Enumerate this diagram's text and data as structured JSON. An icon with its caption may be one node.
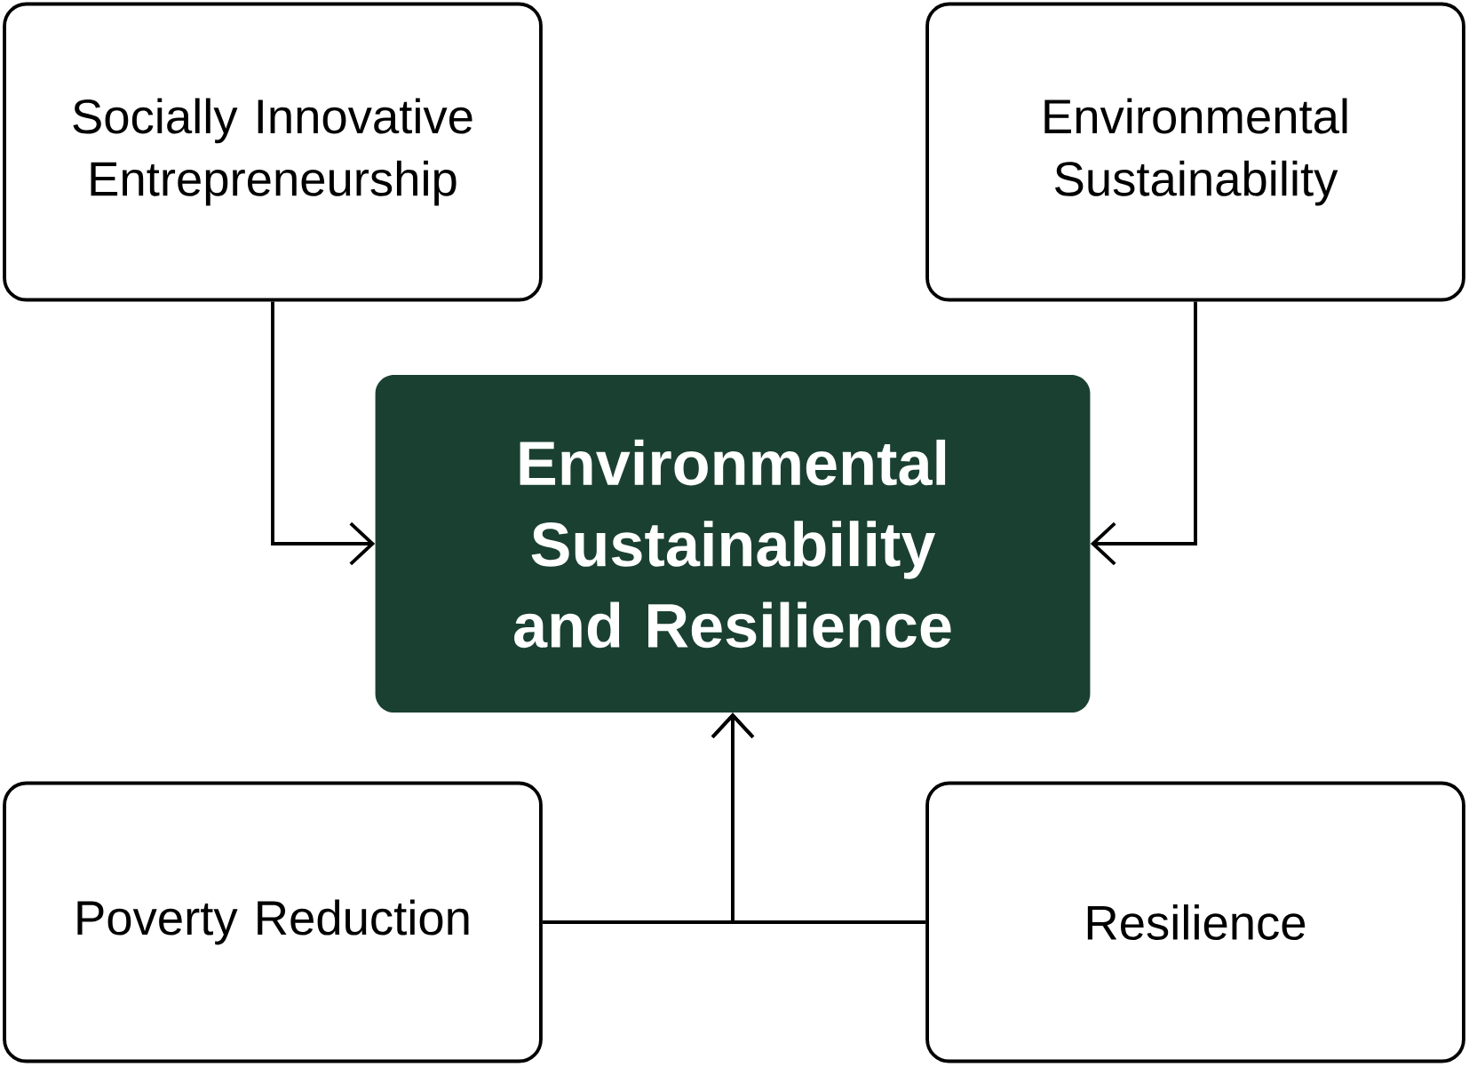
{
  "diagram": {
    "nodes": [
      {
        "text": [
          "Socially Innovative Entrepreneurship"
        ]
      },
      {
        "text": [
          "Environmental Sustainability"
        ]
      },
      {
        "text": [
          "Environmental Sustainability and Resilience"
        ]
      },
      {
        "text": [
          "Poverty Reduction"
        ]
      },
      {
        "text": [
          "Resilience"
        ]
      }
    ],
    "edges": [
      {
        "from": 0,
        "to": 2,
        "arrow": "to"
      },
      {
        "from": 1,
        "to": 2,
        "arrow": "to"
      },
      {
        "from": 3,
        "to": 2,
        "arrow": "to"
      },
      {
        "from": 4,
        "to": 2,
        "arrow": "to"
      }
    ]
  }
}
